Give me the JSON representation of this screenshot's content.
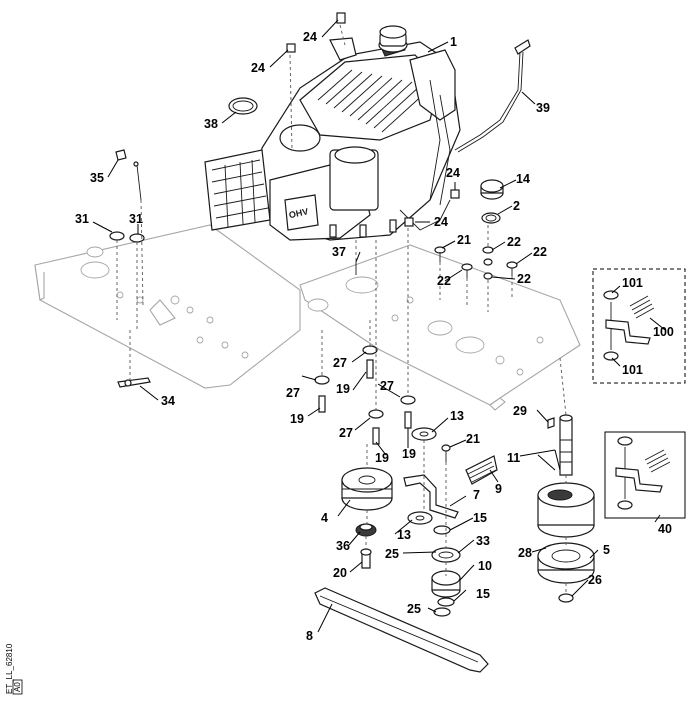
{
  "drawing_code": "ET_LL_62810",
  "drawing_rev": "A0",
  "callouts": {
    "c1": "1",
    "c39": "39",
    "c24a": "24",
    "c24b": "24",
    "c24c": "24",
    "c24d": "24",
    "c38": "38",
    "c35": "35",
    "c31a": "31",
    "c31b": "31",
    "c14": "14",
    "c2": "2",
    "c21a": "21",
    "c22a": "22",
    "c22b": "22",
    "c22c": "22",
    "c22d": "22",
    "c37": "37",
    "c101a": "101",
    "c100": "100",
    "c101b": "101",
    "c34": "34",
    "c27a": "27",
    "c27b": "27",
    "c27c": "27",
    "c27d": "27",
    "c19a": "19",
    "c19b": "19",
    "c19c": "19",
    "c19d": "19",
    "c13a": "13",
    "c13b": "13",
    "c29": "29",
    "c21b": "21",
    "c11": "11",
    "c9": "9",
    "c4": "4",
    "c7": "7",
    "c15a": "15",
    "c15b": "15",
    "c36": "36",
    "c25a": "25",
    "c25b": "25",
    "c33": "33",
    "c10": "10",
    "c20": "20",
    "c28": "28",
    "c5": "5",
    "c26": "26",
    "c40": "40",
    "c8": "8"
  }
}
